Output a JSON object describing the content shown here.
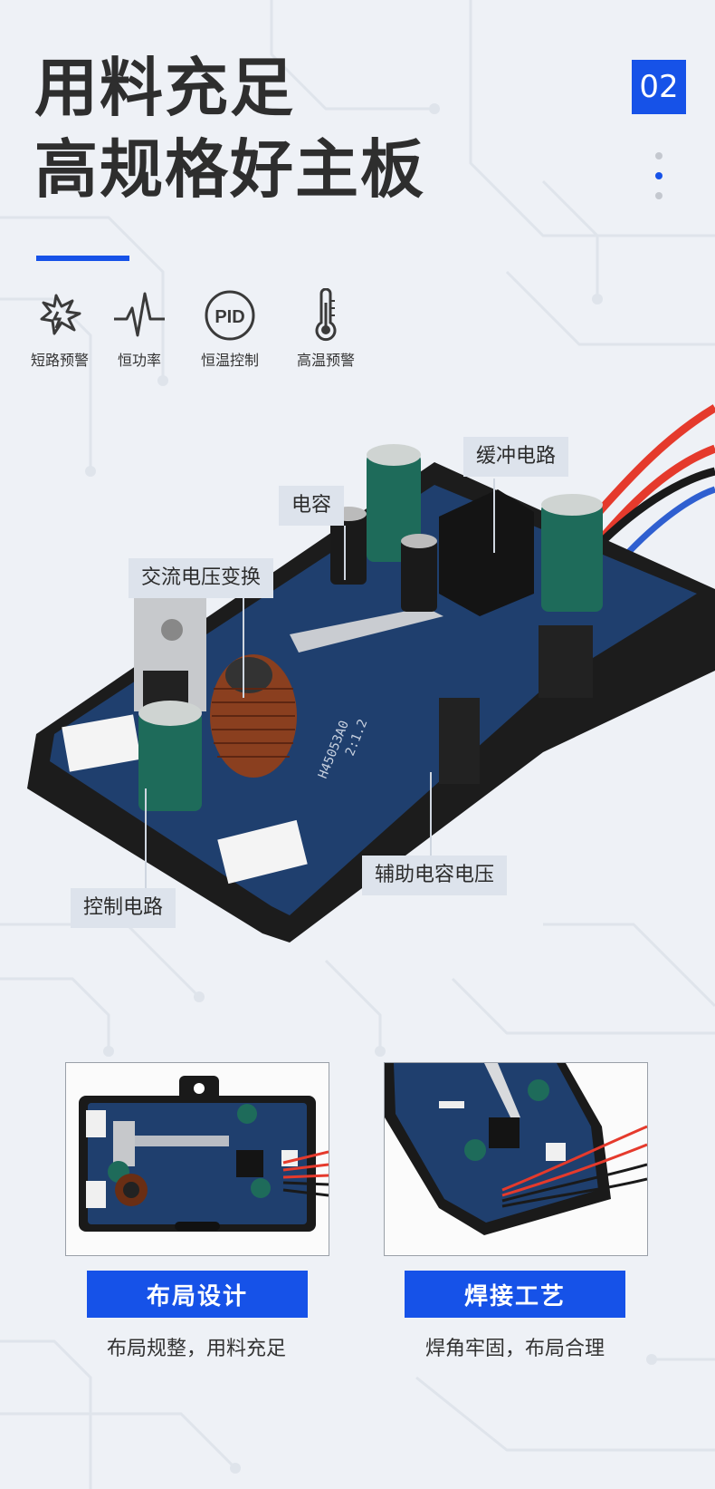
{
  "header": {
    "title_line1": "用料充足",
    "title_line2": "高规格好主板",
    "section_number": "02"
  },
  "features": [
    {
      "icon": "short-circuit-icon",
      "label": "短路预警"
    },
    {
      "icon": "pulse-icon",
      "label": "恒功率"
    },
    {
      "icon": "pid-icon",
      "label": "恒温控制",
      "icon_text": "PID"
    },
    {
      "icon": "thermometer-icon",
      "label": "高温预警"
    }
  ],
  "callouts": {
    "buffer_circuit": "缓冲电路",
    "capacitor": "电容",
    "ac_voltage_conversion": "交流电压变换",
    "control_circuit": "控制电路",
    "aux_capacitor_voltage": "辅助电容电压"
  },
  "board_markings": {
    "model": "H45053A0",
    "date": "2:1.2"
  },
  "highlights": [
    {
      "title": "布局设计",
      "desc": "布局规整，用料充足"
    },
    {
      "title": "焊接工艺",
      "desc": "焊角牢固，布局合理"
    }
  ],
  "colors": {
    "accent": "#1652e8",
    "background": "#eef1f6",
    "pcb": "#1f3f6e",
    "capacitor": "#1e6b5a"
  }
}
